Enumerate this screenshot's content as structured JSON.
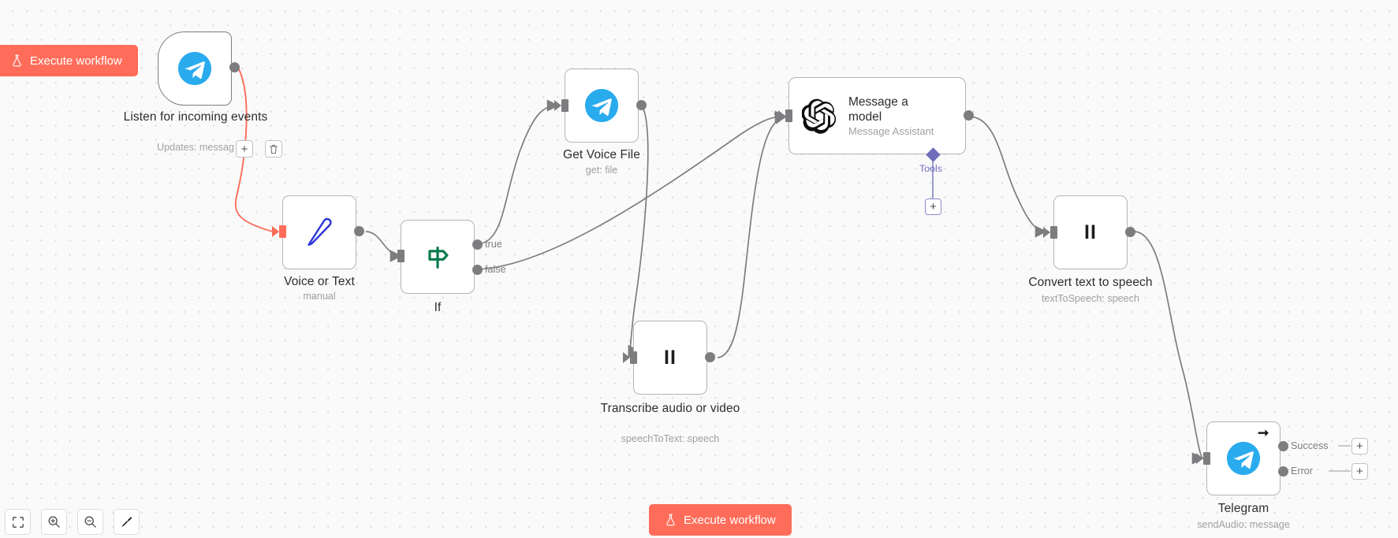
{
  "app": {
    "name": "n8n-workflow-canvas"
  },
  "buttons": {
    "execute_top": "Execute workflow",
    "execute_bottom": "Execute workflow",
    "plus": "+",
    "trash": "Ὕ1"
  },
  "toolbar": {
    "items": [
      {
        "name": "zoom-to-fit-icon",
        "label": ""
      },
      {
        "name": "zoom-in-icon",
        "label": ""
      },
      {
        "name": "zoom-out-icon",
        "label": ""
      },
      {
        "name": "tidy-up-icon",
        "label": ""
      }
    ]
  },
  "nodes": [
    {
      "id": "listen-for-incoming-events",
      "title": "Listen for incoming events",
      "subtitle": "Updates: messag",
      "icon": "telegram-icon",
      "type": "trigger"
    },
    {
      "id": "voice-or-text",
      "title": "Voice or Text",
      "subtitle": "manual",
      "icon": "edit-pen-icon",
      "type": "set"
    },
    {
      "id": "if",
      "title": "If",
      "subtitle": "",
      "icon": "signpost-icon",
      "type": "if",
      "outputs": [
        "true",
        "false"
      ]
    },
    {
      "id": "get-voice-file",
      "title": "Get Voice File",
      "subtitle": "get: file",
      "icon": "telegram-icon",
      "type": "telegram"
    },
    {
      "id": "transcribe-audio-or-video",
      "title": "Transcribe audio or video",
      "subtitle": "speechToText: speech",
      "icon": "elevenlabs-icon",
      "type": "elevenlabs"
    },
    {
      "id": "message-a-model",
      "title": "Message a model",
      "subtitle": "Message Assistant",
      "icon": "openai-icon",
      "type": "openai",
      "sub_connector": {
        "label": "Tools",
        "plus": "+"
      }
    },
    {
      "id": "convert-text-to-speech",
      "title": "Convert text to speech",
      "subtitle": "textToSpeech: speech",
      "icon": "elevenlabs-icon",
      "type": "elevenlabs"
    },
    {
      "id": "telegram",
      "title": "Telegram",
      "subtitle": "sendAudio: message",
      "icon": "telegram-icon",
      "type": "telegram",
      "outputs": [
        "Success",
        "Error"
      ]
    }
  ],
  "colors": {
    "accent_red": "#ff6d5a",
    "canvas_bg": "#fafafa",
    "node_border": "#b4b4b6",
    "port": "#7d7d80",
    "tools_purple": "#6e6ebc",
    "telegram_blue": "#2aabee",
    "if_green": "#0b7a4b",
    "pen_blue": "#2a33d8"
  }
}
